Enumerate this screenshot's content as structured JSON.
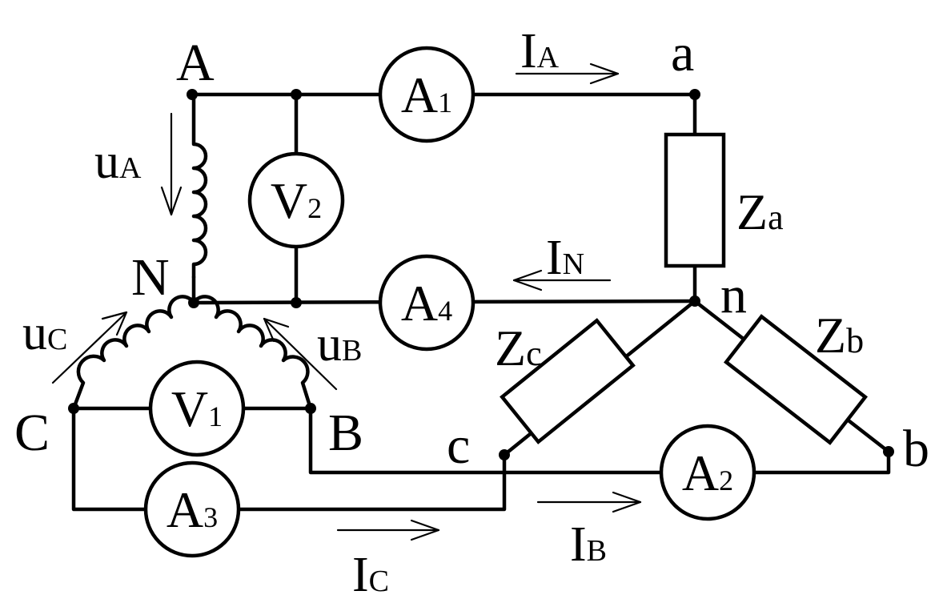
{
  "nodes": {
    "A": "A",
    "N": "N",
    "C": "C",
    "B": "B",
    "a": "a",
    "n": "n",
    "b": "b",
    "c": "c"
  },
  "meters": {
    "A1": {
      "letter": "A",
      "index": "1"
    },
    "A2": {
      "letter": "A",
      "index": "2"
    },
    "A3": {
      "letter": "A",
      "index": "3"
    },
    "A4": {
      "letter": "A",
      "index": "4"
    },
    "V1": {
      "letter": "V",
      "index": "1"
    },
    "V2": {
      "letter": "V",
      "index": "2"
    }
  },
  "impedances": {
    "Za": {
      "letter": "Z",
      "sub": "a"
    },
    "Zb": {
      "letter": "Z",
      "sub": "b"
    },
    "Zc": {
      "letter": "Z",
      "sub": "c"
    }
  },
  "currents": {
    "IA": {
      "letter": "I",
      "sub": "A"
    },
    "IN": {
      "letter": "I",
      "sub": "N"
    },
    "IB": {
      "letter": "I",
      "sub": "B"
    },
    "IC": {
      "letter": "I",
      "sub": "C"
    }
  },
  "voltages": {
    "uA": {
      "letter": "u",
      "sub": "A"
    },
    "uB": {
      "letter": "u",
      "sub": "B"
    },
    "uC": {
      "letter": "u",
      "sub": "C"
    }
  }
}
